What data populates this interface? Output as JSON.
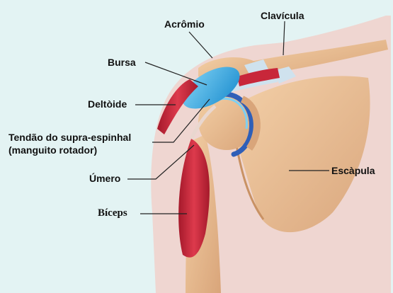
{
  "colors": {
    "background": "#e3f3f3",
    "skin": "#efd6d1",
    "bone": "#e8b98e",
    "muscle": "#c8273a",
    "bursa": "#3fb2e6",
    "cartilage": "#2f5fb8",
    "ligament": "#cfe2ee",
    "leader_line": "#222222"
  },
  "labels": {
    "acromio": "Acrômio",
    "clavicula": "Clavícula",
    "bursa": "Bursa",
    "deltoide": "Deltòide",
    "tendao_line1": "Tendão do supra-espinhal",
    "tendao_line2": "(manguito rotador)",
    "umero": "Úmero",
    "escapula": "Escàpula",
    "biceps": "Bíceps"
  }
}
